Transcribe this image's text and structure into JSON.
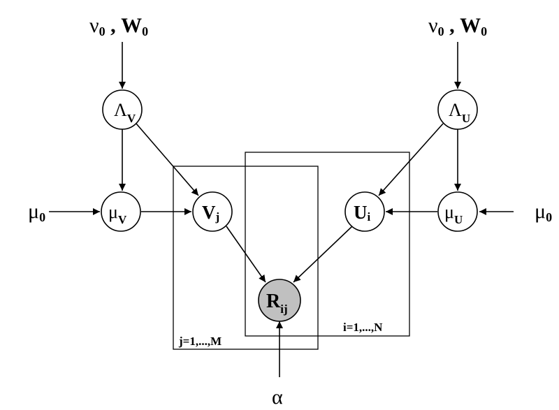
{
  "diagram": {
    "type": "graphical-model",
    "hyperparams": {
      "top_left": {
        "main": "ν",
        "sub": "0",
        "sep": " , ",
        "main2": "W",
        "sub2": "0"
      },
      "top_right": {
        "main": "ν",
        "sub": "0",
        "sep": " , ",
        "main2": "W",
        "sub2": "0"
      },
      "mu_left": {
        "main": "μ",
        "sub": "0"
      },
      "mu_right": {
        "main": "μ",
        "sub": "0"
      },
      "alpha": {
        "main": "α"
      }
    },
    "nodes": [
      {
        "id": "lambda_v",
        "main": "Λ",
        "sub": "V",
        "observed": false
      },
      {
        "id": "lambda_u",
        "main": "Λ",
        "sub": "U",
        "observed": false
      },
      {
        "id": "mu_v",
        "main": "μ",
        "sub": "V",
        "observed": false
      },
      {
        "id": "v_j",
        "main": "V",
        "sub": "j",
        "observed": false
      },
      {
        "id": "u_i",
        "main": "U",
        "sub": "i",
        "observed": false
      },
      {
        "id": "mu_u",
        "main": "μ",
        "sub": "U",
        "observed": false
      },
      {
        "id": "r_ij",
        "main": "R",
        "sub": "ij",
        "observed": true
      }
    ],
    "plates": [
      {
        "id": "plate_j",
        "label": "j=1,...,M"
      },
      {
        "id": "plate_i",
        "label": "i=1,...,N"
      }
    ],
    "edges": [
      [
        "nu_w_left",
        "lambda_v"
      ],
      [
        "lambda_v",
        "mu_v"
      ],
      [
        "lambda_v",
        "v_j"
      ],
      [
        "mu0_left",
        "mu_v"
      ],
      [
        "mu_v",
        "v_j"
      ],
      [
        "v_j",
        "r_ij"
      ],
      [
        "nu_w_right",
        "lambda_u"
      ],
      [
        "lambda_u",
        "mu_u"
      ],
      [
        "lambda_u",
        "u_i"
      ],
      [
        "mu0_right",
        "mu_u"
      ],
      [
        "mu_u",
        "u_i"
      ],
      [
        "u_i",
        "r_ij"
      ],
      [
        "alpha",
        "r_ij"
      ]
    ],
    "colors": {
      "observed_fill": "#c0c0c0",
      "node_fill": "#ffffff",
      "stroke": "#000000"
    }
  }
}
